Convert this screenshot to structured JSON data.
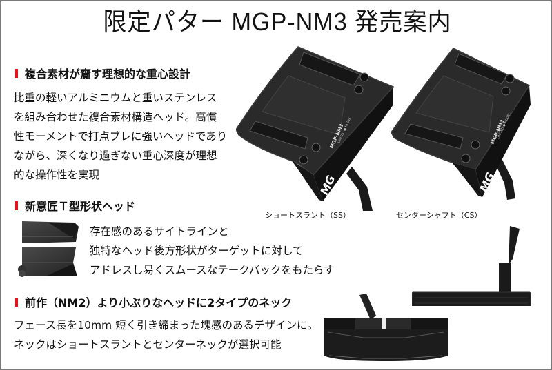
{
  "title": "限定パター MGP-NM3 発売案内",
  "colors": {
    "accent_bar": "#e8141b",
    "frame_border": "#7a7a7a",
    "putter_body": "#1c1c1c"
  },
  "sections": [
    {
      "heading": "複合素材が齎す理想的な重心設計",
      "lines": [
        "比重の軽いアルミニウムと重いステンレス",
        "を組み合わせた複合素材構造ヘッド。高慣",
        "性モーメントで打点ブレに強いヘッドであり",
        "ながら、深くなり過ぎない重心深度が理想",
        "的な操作性を実現"
      ]
    },
    {
      "heading": "新意匠Ｔ型形状ヘッド",
      "lines": [
        "存在感のあるサイトラインと",
        "独特なヘッド後方形状がターゲットに対して",
        "アドレスし易くスムースなテークバックをもたらす"
      ]
    },
    {
      "heading": "前作（NM2）より小ぶりなヘッドに2タイプのネック",
      "lines": [
        "フェース長を10mm 短く引き締まった塊感のあるデザインに。",
        "ネックはショートスラントとセンターネックが選択可能"
      ]
    }
  ],
  "images": {
    "putter_ss": {
      "caption": "ショートスラント（SS）",
      "icon": "putter-head-icon"
    },
    "putter_cs": {
      "caption": "センターシャフト（CS）",
      "icon": "putter-head-icon"
    },
    "t_head_detail": {
      "icon": "t-head-detail-icon"
    },
    "putter_face_view": {
      "icon": "putter-face-icon"
    },
    "putter_back_view": {
      "icon": "putter-back-icon",
      "logo": "MG"
    }
  }
}
